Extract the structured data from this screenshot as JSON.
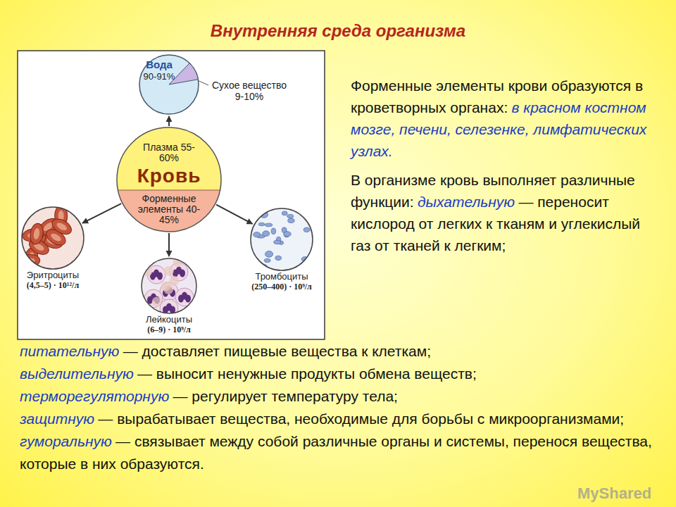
{
  "diagram": {
    "title": "Внутренняя среда организма",
    "nodes": [
      {
        "text": [
          "Вода",
          "90-91%"
        ]
      },
      {
        "text": [
          "Кровь"
        ]
      },
      {
        "text": [
          "Плазма 55-60%"
        ],
        "in": 1
      },
      {
        "text": [
          "Форменные элементы 40-45%"
        ],
        "in": 1
      },
      {
        "text": [
          "Эритроциты",
          "(4,5–5) · 10¹²/л"
        ]
      },
      {
        "text": [
          "Тромбоциты",
          "(250–400) · 10⁹/л"
        ]
      },
      {
        "text": [
          "Лейкоциты",
          "(6–9) · 10⁹/л"
        ]
      }
    ],
    "edges": [
      {
        "from": 2,
        "to": 0,
        "arrow": "to"
      },
      {
        "from": 3,
        "to": 4,
        "arrow": "to"
      },
      {
        "from": 3,
        "to": 5,
        "arrow": "to"
      },
      {
        "from": 3,
        "to": 6,
        "arrow": "to"
      }
    ],
    "labels": [
      "Сухое вещество 9-10%",
      "Форменные элементы крови образуются в кроветворных органах:",
      "в красном костном мозге, печени, селезенке, лимфатических узлах.",
      "В организме кровь выполняет различные функции:",
      "дыхательную",
      "— переносит кислород от легких к тканям и углекислый газ от тканей к легким;",
      "питательную",
      "— доставляет пищевые вещества к клеткам;",
      "выделительную",
      "— выносит ненужные продукты обмена веществ;",
      "терморегуляторную",
      "— регулирует температуру тела;",
      "защитную",
      "— вырабатывает вещества, необходимые для борьбы с микроорганизмами;",
      "гуморальную",
      "— связывает между собой различные органы и системы, перенося вещества, которые в них образуются.",
      "MyShared"
    ]
  }
}
